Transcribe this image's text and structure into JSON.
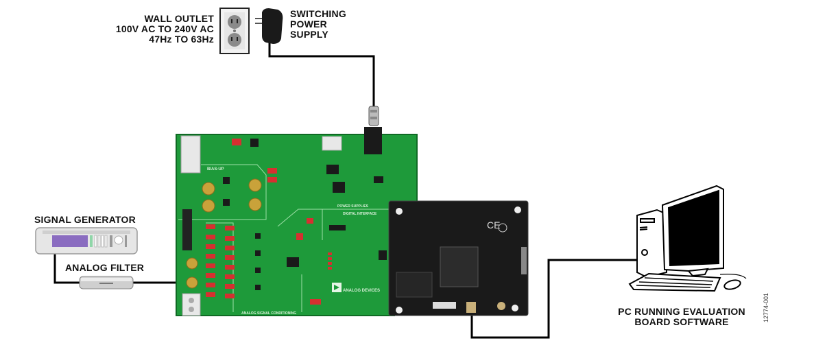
{
  "diagram": {
    "wall_outlet": {
      "line1": "WALL OUTLET",
      "line2": "100V AC TO 240V AC",
      "line3": "47Hz TO 63Hz"
    },
    "power_supply": {
      "line1": "SWITCHING",
      "line2": "POWER",
      "line3": "SUPPLY"
    },
    "signal_generator": {
      "label": "SIGNAL GENERATOR"
    },
    "analog_filter": {
      "label": "ANALOG FILTER"
    },
    "pc": {
      "line1": "PC RUNNING EVALUATION",
      "line2": "BOARD SOFTWARE"
    },
    "figure_number": "12774-001",
    "board_silkscreen": {
      "brand": "ANALOG DEVICES",
      "bias_section": "BIAS-UP",
      "power_section": "POWER SUPPLIES",
      "digital_section": "DIGITAL INTERFACE",
      "analog_section": "ANALOG SIGNAL CONDITIONING"
    },
    "colors": {
      "board_green": "#1e9a3a",
      "controller_black": "#1a1a1a",
      "cable": "#000000",
      "generator_screen": "#8a6cc0",
      "connector_gold": "#c9a23a",
      "jumper_red": "#d63030"
    }
  }
}
